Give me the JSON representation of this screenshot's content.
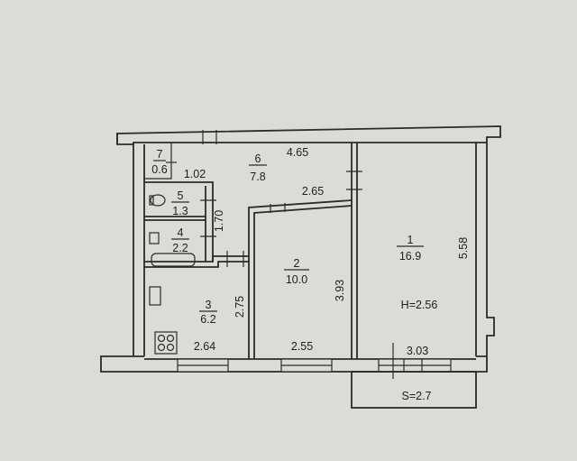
{
  "rooms": [
    {
      "id": "1",
      "area": "16.9"
    },
    {
      "id": "2",
      "area": "10.0"
    },
    {
      "id": "3",
      "area": "6.2"
    },
    {
      "id": "4",
      "area": "2.2"
    },
    {
      "id": "5",
      "area": "1.3"
    },
    {
      "id": "6",
      "area": "7.8"
    },
    {
      "id": "7",
      "area": "0.6"
    }
  ],
  "dimensions": {
    "top_corridor": "4.65",
    "wc_width": "1.02",
    "hall_lower": "2.65",
    "bath_height": "1.70",
    "kitchen_height": "2.75",
    "kitchen_width": "2.64",
    "room2_width": "2.55",
    "room2_height": "3.93",
    "room1_width": "3.03",
    "room1_height": "5.58"
  },
  "ceiling_height": "H=2.56",
  "balcony_area": "S=2.7"
}
